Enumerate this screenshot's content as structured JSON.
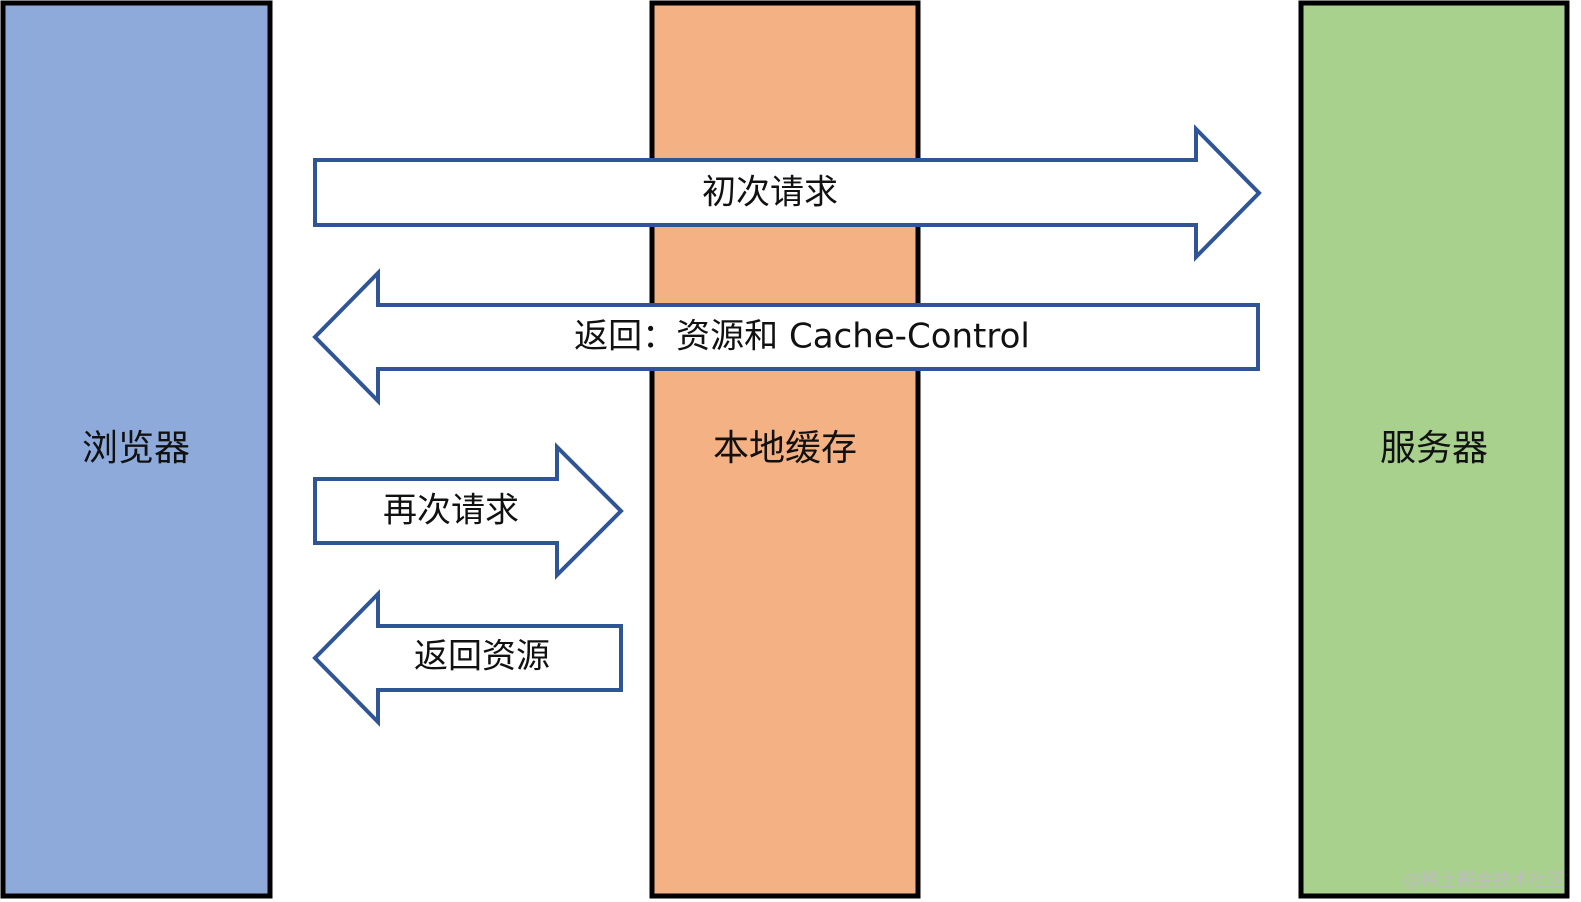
{
  "columns": {
    "browser": {
      "label": "浏览器",
      "fill": "#8eaadb",
      "stroke": "#000000"
    },
    "cache": {
      "label": "本地缓存",
      "fill": "#f4b183",
      "stroke": "#000000"
    },
    "server": {
      "label": "服务器",
      "fill": "#a9d18e",
      "stroke": "#000000"
    }
  },
  "arrows": {
    "first_request": {
      "label": "初次请求",
      "direction": "right"
    },
    "return_with_cache_control": {
      "label": "返回：资源和 Cache-Control",
      "direction": "left"
    },
    "second_request": {
      "label": "再次请求",
      "direction": "right"
    },
    "return_resource": {
      "label": "返回资源",
      "direction": "left"
    }
  },
  "arrow_style": {
    "fill": "#ffffff",
    "stroke": "#2f5597"
  },
  "watermark": "@稀土掘金技术社区"
}
